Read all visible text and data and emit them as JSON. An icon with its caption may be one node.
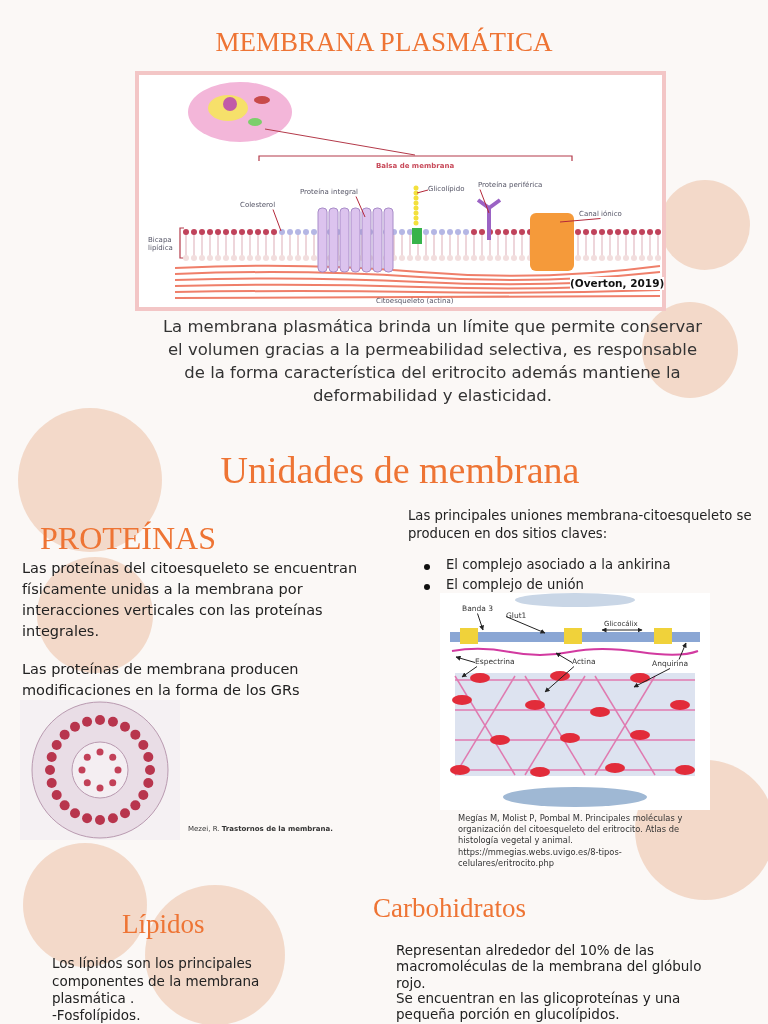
{
  "diagram": {
    "title": "MEMBRANA PLASMÁTICA",
    "nodes": [
      {
        "text": [
          "Colesterol"
        ]
      },
      {
        "text": [
          "Proteína integral"
        ]
      },
      {
        "text": [
          "Glicolípido"
        ]
      },
      {
        "text": [
          "Proteína periférica"
        ]
      },
      {
        "text": [
          "Canal iónico"
        ]
      },
      {
        "text": [
          "Banda 3"
        ]
      },
      {
        "text": [
          "Glut1"
        ]
      },
      {
        "text": [
          "Espectrina"
        ]
      },
      {
        "text": [
          "Actina"
        ]
      },
      {
        "text": [
          "Anquirina"
        ]
      }
    ],
    "edges": [
      {
        "from": 0,
        "to": null,
        "arrow": "none",
        "color": "#b4283a"
      },
      {
        "from": 1,
        "to": null,
        "arrow": "none",
        "color": "#b4283a"
      },
      {
        "from": 2,
        "to": null,
        "arrow": "none",
        "color": "#b4283a"
      },
      {
        "from": 3,
        "to": null,
        "arrow": "none",
        "color": "#b4283a"
      },
      {
        "from": 4,
        "to": null,
        "arrow": "none",
        "color": "#b4283a"
      },
      {
        "from": 5,
        "to": null,
        "arrow": "to"
      },
      {
        "from": 6,
        "to": null,
        "arrow": "to"
      },
      {
        "from": 7,
        "to": null,
        "arrow": "to"
      },
      {
        "from": 7,
        "to": null,
        "arrow": "to"
      },
      {
        "from": 8,
        "to": null,
        "arrow": "to"
      },
      {
        "from": 8,
        "to": null,
        "arrow": "to"
      },
      {
        "from": 9,
        "to": null,
        "arrow": "to"
      },
      {
        "from": 9,
        "to": null,
        "arrow": "to"
      }
    ],
    "labels": [
      "Balsa de membrana",
      "Bicapa lipídica",
      "Citoesqueleto (actina)",
      "(Overton, 2019)",
      "La membrana plasmática brinda un límite que permite conservar el volumen gracias a la permeabilidad selectiva, es responsable de la forma característica del eritrocito además mantiene la deformabilidad y elasticidad.",
      "Unidades de membrana",
      "PROTEÍNAS",
      "Las proteínas del citoesqueleto se encuentran físicamente unidas a la membrana por interacciones verticales con las proteínas integrales.",
      "Las principales uniones membrana-citoesqueleto se producen en dos sitios claves:",
      "El complejo asociado a la ankirina",
      "El complejo de unión",
      "Las proteínas de membrana producen modificaciones en la forma de los GRs",
      "Glicocálix",
      "Mezei, R. **Trastornos de la membrana.**",
      "Megías M, Molist P, Pombal M. Principales moléculas y organización del citoesqueleto del eritrocito. Atlas de histología vegetal y animal. https://mmegias.webs.uvigo.es/8-tipos-celulares/eritrocito.php",
      "Lípidos",
      "Carbohidratos",
      "Los lípidos son los principales componentes de la membrana plasmática .",
      "-Fosfolípidos.",
      "Representan alrededor del 10% de las macromoléculas de la membrana del glóbulo rojo.",
      "Se encuentran en las glicoproteínas y una pequeña porción en glucolípidos."
    ]
  }
}
